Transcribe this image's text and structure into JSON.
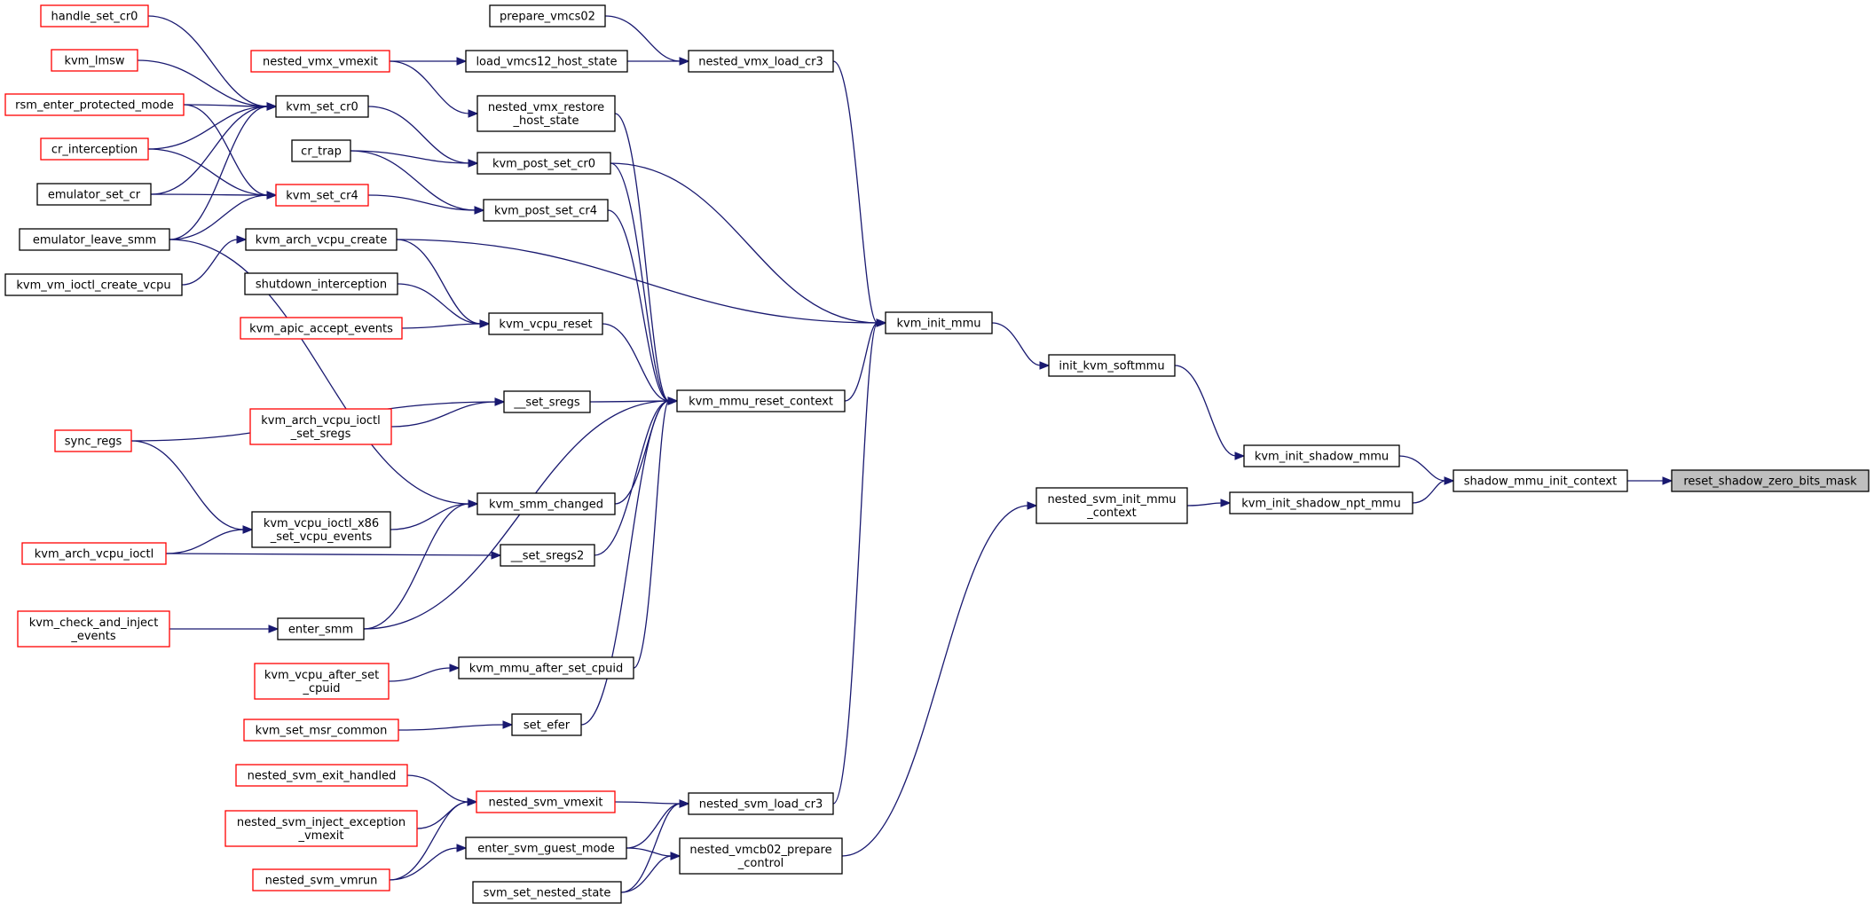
{
  "diagram": {
    "edge_color": "#191970",
    "node_border_colors": {
      "black": "#000000",
      "red": "#ff0000"
    },
    "root_fill": "#bfbfbf",
    "nodes": [
      {
        "id": "reset_shadow_zero_bits_mask",
        "lines": [
          "reset_shadow_zero_bits_mask"
        ],
        "style": "root"
      },
      {
        "id": "shadow_mmu_init_context",
        "lines": [
          "shadow_mmu_init_context"
        ],
        "style": "black"
      },
      {
        "id": "kvm_init_shadow_mmu",
        "lines": [
          "kvm_init_shadow_mmu"
        ],
        "style": "black"
      },
      {
        "id": "kvm_init_shadow_npt_mmu",
        "lines": [
          "kvm_init_shadow_npt_mmu"
        ],
        "style": "black"
      },
      {
        "id": "init_kvm_softmmu",
        "lines": [
          "init_kvm_softmmu"
        ],
        "style": "black"
      },
      {
        "id": "nested_svm_init_mmu_context",
        "lines": [
          "nested_svm_init_mmu",
          "_context"
        ],
        "style": "black"
      },
      {
        "id": "kvm_init_mmu",
        "lines": [
          "kvm_init_mmu"
        ],
        "style": "black"
      },
      {
        "id": "nested_vmx_load_cr3",
        "lines": [
          "nested_vmx_load_cr3"
        ],
        "style": "black"
      },
      {
        "id": "kvm_mmu_reset_context",
        "lines": [
          "kvm_mmu_reset_context"
        ],
        "style": "black"
      },
      {
        "id": "nested_svm_load_cr3",
        "lines": [
          "nested_svm_load_cr3"
        ],
        "style": "black"
      },
      {
        "id": "nested_vmcb02_prepare_control",
        "lines": [
          "nested_vmcb02_prepare",
          "_control"
        ],
        "style": "black"
      },
      {
        "id": "prepare_vmcs02",
        "lines": [
          "prepare_vmcs02"
        ],
        "style": "black"
      },
      {
        "id": "load_vmcs12_host_state",
        "lines": [
          "load_vmcs12_host_state"
        ],
        "style": "black"
      },
      {
        "id": "nested_vmx_restore_host_state",
        "lines": [
          "nested_vmx_restore",
          "_host_state"
        ],
        "style": "black"
      },
      {
        "id": "kvm_post_set_cr0",
        "lines": [
          "kvm_post_set_cr0"
        ],
        "style": "black"
      },
      {
        "id": "kvm_post_set_cr4",
        "lines": [
          "kvm_post_set_cr4"
        ],
        "style": "black"
      },
      {
        "id": "kvm_vcpu_reset",
        "lines": [
          "kvm_vcpu_reset"
        ],
        "style": "black"
      },
      {
        "id": "__set_sregs",
        "lines": [
          "__set_sregs"
        ],
        "style": "black"
      },
      {
        "id": "kvm_smm_changed",
        "lines": [
          "kvm_smm_changed"
        ],
        "style": "black"
      },
      {
        "id": "__set_sregs2",
        "lines": [
          "__set_sregs2"
        ],
        "style": "black"
      },
      {
        "id": "enter_smm",
        "lines": [
          "enter_smm"
        ],
        "style": "black"
      },
      {
        "id": "kvm_mmu_after_set_cpuid",
        "lines": [
          "kvm_mmu_after_set_cpuid"
        ],
        "style": "black"
      },
      {
        "id": "set_efer",
        "lines": [
          "set_efer"
        ],
        "style": "black"
      },
      {
        "id": "nested_svm_vmexit",
        "lines": [
          "nested_svm_vmexit"
        ],
        "style": "red"
      },
      {
        "id": "enter_svm_guest_mode",
        "lines": [
          "enter_svm_guest_mode"
        ],
        "style": "black"
      },
      {
        "id": "svm_set_nested_state",
        "lines": [
          "svm_set_nested_state"
        ],
        "style": "black"
      },
      {
        "id": "nested_vmx_vmexit",
        "lines": [
          "nested_vmx_vmexit"
        ],
        "style": "red"
      },
      {
        "id": "kvm_set_cr0",
        "lines": [
          "kvm_set_cr0"
        ],
        "style": "black"
      },
      {
        "id": "cr_trap",
        "lines": [
          "cr_trap"
        ],
        "style": "black"
      },
      {
        "id": "kvm_set_cr4",
        "lines": [
          "kvm_set_cr4"
        ],
        "style": "red"
      },
      {
        "id": "kvm_arch_vcpu_create",
        "lines": [
          "kvm_arch_vcpu_create"
        ],
        "style": "black"
      },
      {
        "id": "shutdown_interception",
        "lines": [
          "shutdown_interception"
        ],
        "style": "black"
      },
      {
        "id": "kvm_apic_accept_events",
        "lines": [
          "kvm_apic_accept_events"
        ],
        "style": "red"
      },
      {
        "id": "kvm_arch_vcpu_ioctl_set_sregs",
        "lines": [
          "kvm_arch_vcpu_ioctl",
          "_set_sregs"
        ],
        "style": "red"
      },
      {
        "id": "kvm_vcpu_ioctl_x86_set_vcpu_events",
        "lines": [
          "kvm_vcpu_ioctl_x86",
          "_set_vcpu_events"
        ],
        "style": "black"
      },
      {
        "id": "kvm_vcpu_after_set_cpuid",
        "lines": [
          "kvm_vcpu_after_set",
          "_cpuid"
        ],
        "style": "red"
      },
      {
        "id": "kvm_set_msr_common",
        "lines": [
          "kvm_set_msr_common"
        ],
        "style": "red"
      },
      {
        "id": "nested_svm_exit_handled",
        "lines": [
          "nested_svm_exit_handled"
        ],
        "style": "red"
      },
      {
        "id": "nested_svm_inject_exception_vmexit",
        "lines": [
          "nested_svm_inject_exception",
          "_vmexit"
        ],
        "style": "red"
      },
      {
        "id": "nested_svm_vmrun",
        "lines": [
          "nested_svm_vmrun"
        ],
        "style": "red"
      },
      {
        "id": "handle_set_cr0",
        "lines": [
          "handle_set_cr0"
        ],
        "style": "red"
      },
      {
        "id": "kvm_lmsw",
        "lines": [
          "kvm_lmsw"
        ],
        "style": "red"
      },
      {
        "id": "rsm_enter_protected_mode",
        "lines": [
          "rsm_enter_protected_mode"
        ],
        "style": "red"
      },
      {
        "id": "cr_interception",
        "lines": [
          "cr_interception"
        ],
        "style": "red"
      },
      {
        "id": "emulator_set_cr",
        "lines": [
          "emulator_set_cr"
        ],
        "style": "black"
      },
      {
        "id": "emulator_leave_smm",
        "lines": [
          "emulator_leave_smm"
        ],
        "style": "black"
      },
      {
        "id": "kvm_vm_ioctl_create_vcpu",
        "lines": [
          "kvm_vm_ioctl_create_vcpu"
        ],
        "style": "black"
      },
      {
        "id": "sync_regs",
        "lines": [
          "sync_regs"
        ],
        "style": "red"
      },
      {
        "id": "kvm_arch_vcpu_ioctl",
        "lines": [
          "kvm_arch_vcpu_ioctl"
        ],
        "style": "red"
      },
      {
        "id": "kvm_check_and_inject_events",
        "lines": [
          "kvm_check_and_inject",
          "_events"
        ],
        "style": "red"
      }
    ],
    "edges": [
      {
        "from": "shadow_mmu_init_context",
        "to": "reset_shadow_zero_bits_mask"
      },
      {
        "from": "kvm_init_shadow_mmu",
        "to": "shadow_mmu_init_context"
      },
      {
        "from": "kvm_init_shadow_npt_mmu",
        "to": "shadow_mmu_init_context"
      },
      {
        "from": "init_kvm_softmmu",
        "to": "kvm_init_shadow_mmu"
      },
      {
        "from": "nested_svm_init_mmu_context",
        "to": "kvm_init_shadow_npt_mmu"
      },
      {
        "from": "kvm_init_mmu",
        "to": "init_kvm_softmmu"
      },
      {
        "from": "nested_vmcb02_prepare_control",
        "to": "nested_svm_init_mmu_context"
      },
      {
        "from": "nested_vmx_load_cr3",
        "to": "kvm_init_mmu"
      },
      {
        "from": "kvm_mmu_reset_context",
        "to": "kvm_init_mmu"
      },
      {
        "from": "nested_svm_load_cr3",
        "to": "kvm_init_mmu"
      },
      {
        "from": "kvm_post_set_cr0",
        "to": "kvm_init_mmu"
      },
      {
        "from": "kvm_arch_vcpu_create",
        "to": "kvm_init_mmu"
      },
      {
        "from": "prepare_vmcs02",
        "to": "nested_vmx_load_cr3"
      },
      {
        "from": "load_vmcs12_host_state",
        "to": "nested_vmx_load_cr3"
      },
      {
        "from": "nested_vmx_vmexit",
        "to": "load_vmcs12_host_state"
      },
      {
        "from": "nested_vmx_restore_host_state",
        "to": "kvm_mmu_reset_context"
      },
      {
        "from": "kvm_post_set_cr0",
        "to": "kvm_mmu_reset_context"
      },
      {
        "from": "kvm_post_set_cr4",
        "to": "kvm_mmu_reset_context"
      },
      {
        "from": "kvm_vcpu_reset",
        "to": "kvm_mmu_reset_context"
      },
      {
        "from": "__set_sregs",
        "to": "kvm_mmu_reset_context"
      },
      {
        "from": "kvm_smm_changed",
        "to": "kvm_mmu_reset_context"
      },
      {
        "from": "__set_sregs2",
        "to": "kvm_mmu_reset_context"
      },
      {
        "from": "enter_smm",
        "to": "kvm_mmu_reset_context"
      },
      {
        "from": "kvm_mmu_after_set_cpuid",
        "to": "kvm_mmu_reset_context"
      },
      {
        "from": "set_efer",
        "to": "kvm_mmu_reset_context"
      },
      {
        "from": "nested_svm_vmexit",
        "to": "nested_svm_load_cr3"
      },
      {
        "from": "enter_svm_guest_mode",
        "to": "nested_svm_load_cr3"
      },
      {
        "from": "svm_set_nested_state",
        "to": "nested_svm_load_cr3"
      },
      {
        "from": "enter_svm_guest_mode",
        "to": "nested_vmcb02_prepare_control"
      },
      {
        "from": "svm_set_nested_state",
        "to": "nested_vmcb02_prepare_control"
      },
      {
        "from": "nested_vmx_vmexit",
        "to": "nested_vmx_restore_host_state"
      },
      {
        "from": "kvm_set_cr0",
        "to": "kvm_post_set_cr0"
      },
      {
        "from": "cr_trap",
        "to": "kvm_post_set_cr0"
      },
      {
        "from": "cr_trap",
        "to": "kvm_post_set_cr4"
      },
      {
        "from": "kvm_set_cr4",
        "to": "kvm_post_set_cr4"
      },
      {
        "from": "kvm_arch_vcpu_create",
        "to": "kvm_vcpu_reset"
      },
      {
        "from": "shutdown_interception",
        "to": "kvm_vcpu_reset"
      },
      {
        "from": "kvm_apic_accept_events",
        "to": "kvm_vcpu_reset"
      },
      {
        "from": "sync_regs",
        "to": "__set_sregs"
      },
      {
        "from": "kvm_arch_vcpu_ioctl_set_sregs",
        "to": "__set_sregs"
      },
      {
        "from": "kvm_vcpu_ioctl_x86_set_vcpu_events",
        "to": "kvm_smm_changed"
      },
      {
        "from": "emulator_leave_smm",
        "to": "kvm_smm_changed"
      },
      {
        "from": "enter_smm",
        "to": "kvm_smm_changed"
      },
      {
        "from": "kvm_arch_vcpu_ioctl",
        "to": "__set_sregs2"
      },
      {
        "from": "kvm_check_and_inject_events",
        "to": "enter_smm"
      },
      {
        "from": "kvm_vcpu_after_set_cpuid",
        "to": "kvm_mmu_after_set_cpuid"
      },
      {
        "from": "kvm_set_msr_common",
        "to": "set_efer"
      },
      {
        "from": "nested_svm_exit_handled",
        "to": "nested_svm_vmexit"
      },
      {
        "from": "nested_svm_inject_exception_vmexit",
        "to": "nested_svm_vmexit"
      },
      {
        "from": "nested_svm_vmrun",
        "to": "nested_svm_vmexit"
      },
      {
        "from": "nested_svm_vmrun",
        "to": "enter_svm_guest_mode"
      },
      {
        "from": "handle_set_cr0",
        "to": "kvm_set_cr0"
      },
      {
        "from": "kvm_lmsw",
        "to": "kvm_set_cr0"
      },
      {
        "from": "rsm_enter_protected_mode",
        "to": "kvm_set_cr0"
      },
      {
        "from": "cr_interception",
        "to": "kvm_set_cr0"
      },
      {
        "from": "emulator_set_cr",
        "to": "kvm_set_cr0"
      },
      {
        "from": "emulator_leave_smm",
        "to": "kvm_set_cr0"
      },
      {
        "from": "rsm_enter_protected_mode",
        "to": "kvm_set_cr4"
      },
      {
        "from": "cr_interception",
        "to": "kvm_set_cr4"
      },
      {
        "from": "emulator_set_cr",
        "to": "kvm_set_cr4"
      },
      {
        "from": "emulator_leave_smm",
        "to": "kvm_set_cr4"
      },
      {
        "from": "kvm_vm_ioctl_create_vcpu",
        "to": "kvm_arch_vcpu_create"
      },
      {
        "from": "sync_regs",
        "to": "kvm_vcpu_ioctl_x86_set_vcpu_events"
      },
      {
        "from": "kvm_arch_vcpu_ioctl",
        "to": "kvm_vcpu_ioctl_x86_set_vcpu_events"
      }
    ]
  }
}
